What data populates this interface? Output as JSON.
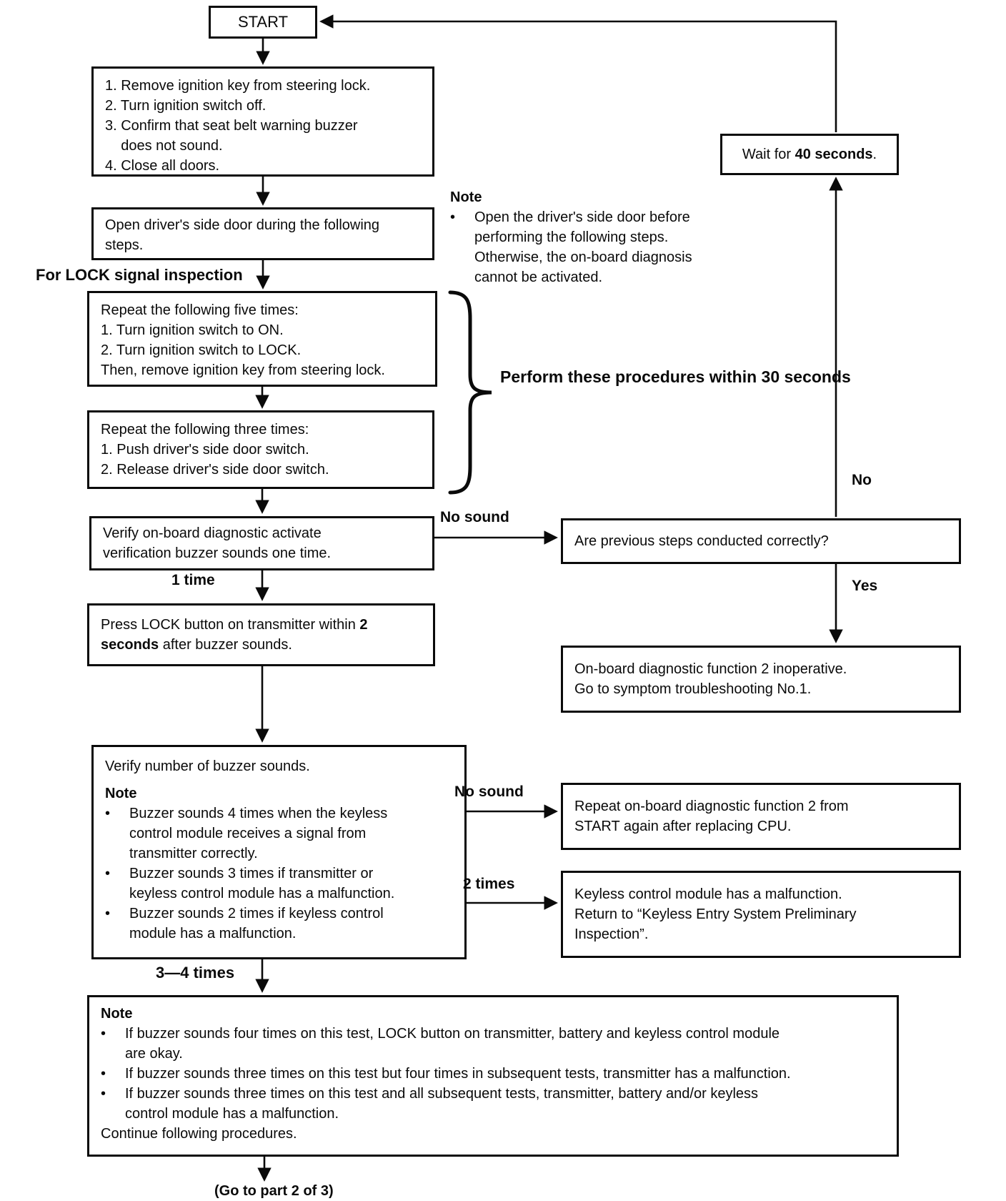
{
  "canvas": {
    "background": "#ffffff",
    "ink": "#0a0a0a"
  },
  "start": {
    "label": "START"
  },
  "prep_box": {
    "lines": [
      "1. Remove ignition key from steering lock.",
      "2. Turn ignition switch off.",
      "3. Confirm that seat belt warning buzzer",
      "    does not sound.",
      "4. Close all doors."
    ]
  },
  "open_door_box": {
    "lines": [
      "Open driver's side door during the following",
      "steps."
    ]
  },
  "lock_inspection_label": "For LOCK signal inspection",
  "repeat_five_box": {
    "lines": [
      "Repeat the following five times:",
      "1. Turn ignition switch to ON.",
      "2. Turn ignition switch to LOCK.",
      "Then, remove ignition key from steering lock."
    ]
  },
  "repeat_three_box": {
    "lines": [
      "Repeat the following three times:",
      "1. Push driver's side door switch.",
      "2. Release driver's side door switch."
    ]
  },
  "brace_note": {
    "lines": [
      "Perform these procedures",
      "within 30 seconds"
    ]
  },
  "side_note": {
    "title": "Note",
    "bullet": [
      "Open the driver's side door before",
      "performing the following steps.",
      "Otherwise, the on-board diagnosis",
      "cannot be activated."
    ]
  },
  "wait_box": {
    "prefix": "Wait for ",
    "bold": "40 seconds",
    "suffix": "."
  },
  "verify_buzzer_box": {
    "lines": [
      "Verify on-board diagnostic activate",
      "verification buzzer sounds one time."
    ]
  },
  "press_lock_box": {
    "l1_normal": "Press LOCK button on transmitter within ",
    "l1_bold": "2",
    "l2_bold": "seconds",
    "l2_normal": " after buzzer sounds."
  },
  "are_previous_box": {
    "lines": [
      "Are previous steps conducted correctly?"
    ]
  },
  "inoperative_box": {
    "lines": [
      "On-board diagnostic function 2 inoperative.",
      "Go to symptom troubleshooting No.1."
    ]
  },
  "verify_count_box": {
    "title": "Verify number of buzzer sounds.",
    "note_title": "Note",
    "bullets": [
      [
        "Buzzer sounds 4 times when the keyless",
        "control module receives a signal from",
        "transmitter correctly."
      ],
      [
        "Buzzer sounds 3 times if transmitter or",
        "keyless control module has a malfunction."
      ],
      [
        "Buzzer sounds 2 times if keyless control",
        "module has a malfunction."
      ]
    ]
  },
  "repeat_cpu_box": {
    "lines": [
      "Repeat on-board diagnostic function 2 from",
      "START again after replacing CPU."
    ]
  },
  "keyless_malfunction_box": {
    "lines": [
      "Keyless control module has a malfunction.",
      "Return to “Keyless Entry System Preliminary",
      "Inspection”."
    ]
  },
  "bottom_note_box": {
    "title": "Note",
    "bullets": [
      [
        "If buzzer sounds four times on this test, LOCK button on transmitter, battery and keyless control module",
        "are okay."
      ],
      [
        "If buzzer sounds three times on this test but four times in subsequent tests, transmitter has a malfunction."
      ],
      [
        "If buzzer sounds three times on this test and all subsequent tests, transmitter, battery and/or keyless",
        "control module has a malfunction."
      ]
    ],
    "footer": "Continue following procedures."
  },
  "labels": {
    "bullet_glyph": "•",
    "no_sound_top": "No sound",
    "one_time": "1 time",
    "no": "No",
    "yes": "Yes",
    "no_sound_bottom": "No sound",
    "two_times": "2 times",
    "three_four_times": "3—4 times",
    "go_to_part": "(Go to part 2 of 3)"
  }
}
